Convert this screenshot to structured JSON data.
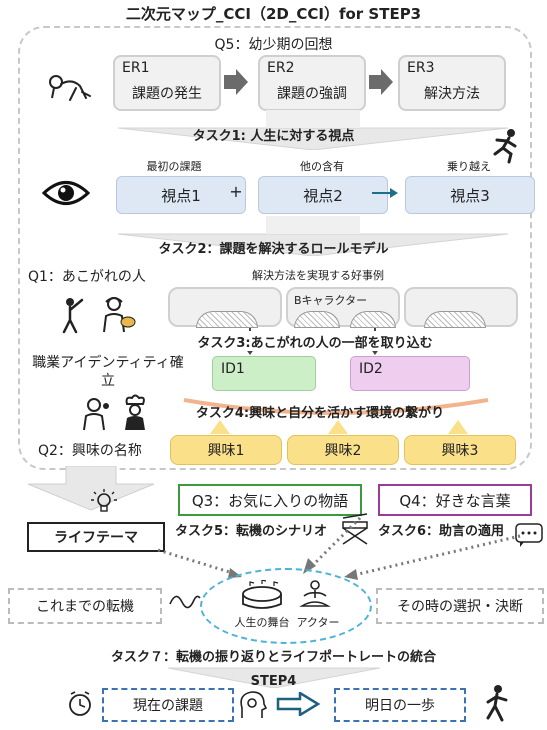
{
  "title": "二次元マップ_CCI（2D_CCI）for STEP3",
  "q5": "Q5：幼少期の回想",
  "er": [
    {
      "label": "ER1",
      "text": "課題の発生"
    },
    {
      "label": "ER2",
      "text": "課題の強調"
    },
    {
      "label": "ER3",
      "text": "解決方法"
    }
  ],
  "task1": "タスク1: 人生に対する視点",
  "viewpoints": [
    {
      "caption": "最初の課題",
      "text": "視点1"
    },
    {
      "caption": "他の含有",
      "text": "視点2"
    },
    {
      "caption": "乗り越え",
      "text": "視点3"
    }
  ],
  "plus": "+",
  "task2": "タスク2：課題を解決するロールモデル",
  "q1": "Q1：あこがれの人",
  "role_caption": "解決方法を実現する好事例",
  "b_character": "Bキャラクター",
  "task3": "タスク3:あこがれの人の一部を取り込む",
  "identity_label": "職業アイデンティティ確立",
  "id1": "ID1",
  "id2": "ID2",
  "task4": "タスク4:興味と自分を活かす環境の繋がり",
  "q2": "Q2：興味の名称",
  "interests": [
    "興味1",
    "興味2",
    "興味3"
  ],
  "q3": "Q3：お気に入りの物語",
  "q4": "Q4：好きな言葉",
  "life_theme": "ライフテーマ",
  "task5": "タスク5：転機のシナリオ",
  "task6": "タスク6：助言の適用",
  "turning_points": "これまでの転機",
  "choice": "その時の選択・決断",
  "stage": "人生の舞台",
  "actor": "アクター",
  "task7": "タスク７：転機の振り返りとライフポートレートの統合",
  "step4": "STEP4",
  "current": "現在の課題",
  "next_step": "明日の一歩",
  "colors": {
    "q3": "#3c9a3c",
    "q4": "#9a3c9a",
    "id1": "#ccefc8",
    "id2": "#efcdef",
    "interest": "#fbe08a",
    "task4_arc": "#f2b48e",
    "blue": "#3b73b0",
    "teal": "#1f6f8b"
  },
  "icons": [
    "baby-icon",
    "runner-icon",
    "eye-icon",
    "baseball-icon",
    "painter-icon",
    "singer-icon",
    "chef-icon",
    "lightbulb-icon",
    "film-icon",
    "speech-bubble-icon",
    "wave-icon",
    "stadium-icon",
    "meditation-icon",
    "clock-icon",
    "head-gear-icon",
    "walking-man-icon"
  ]
}
